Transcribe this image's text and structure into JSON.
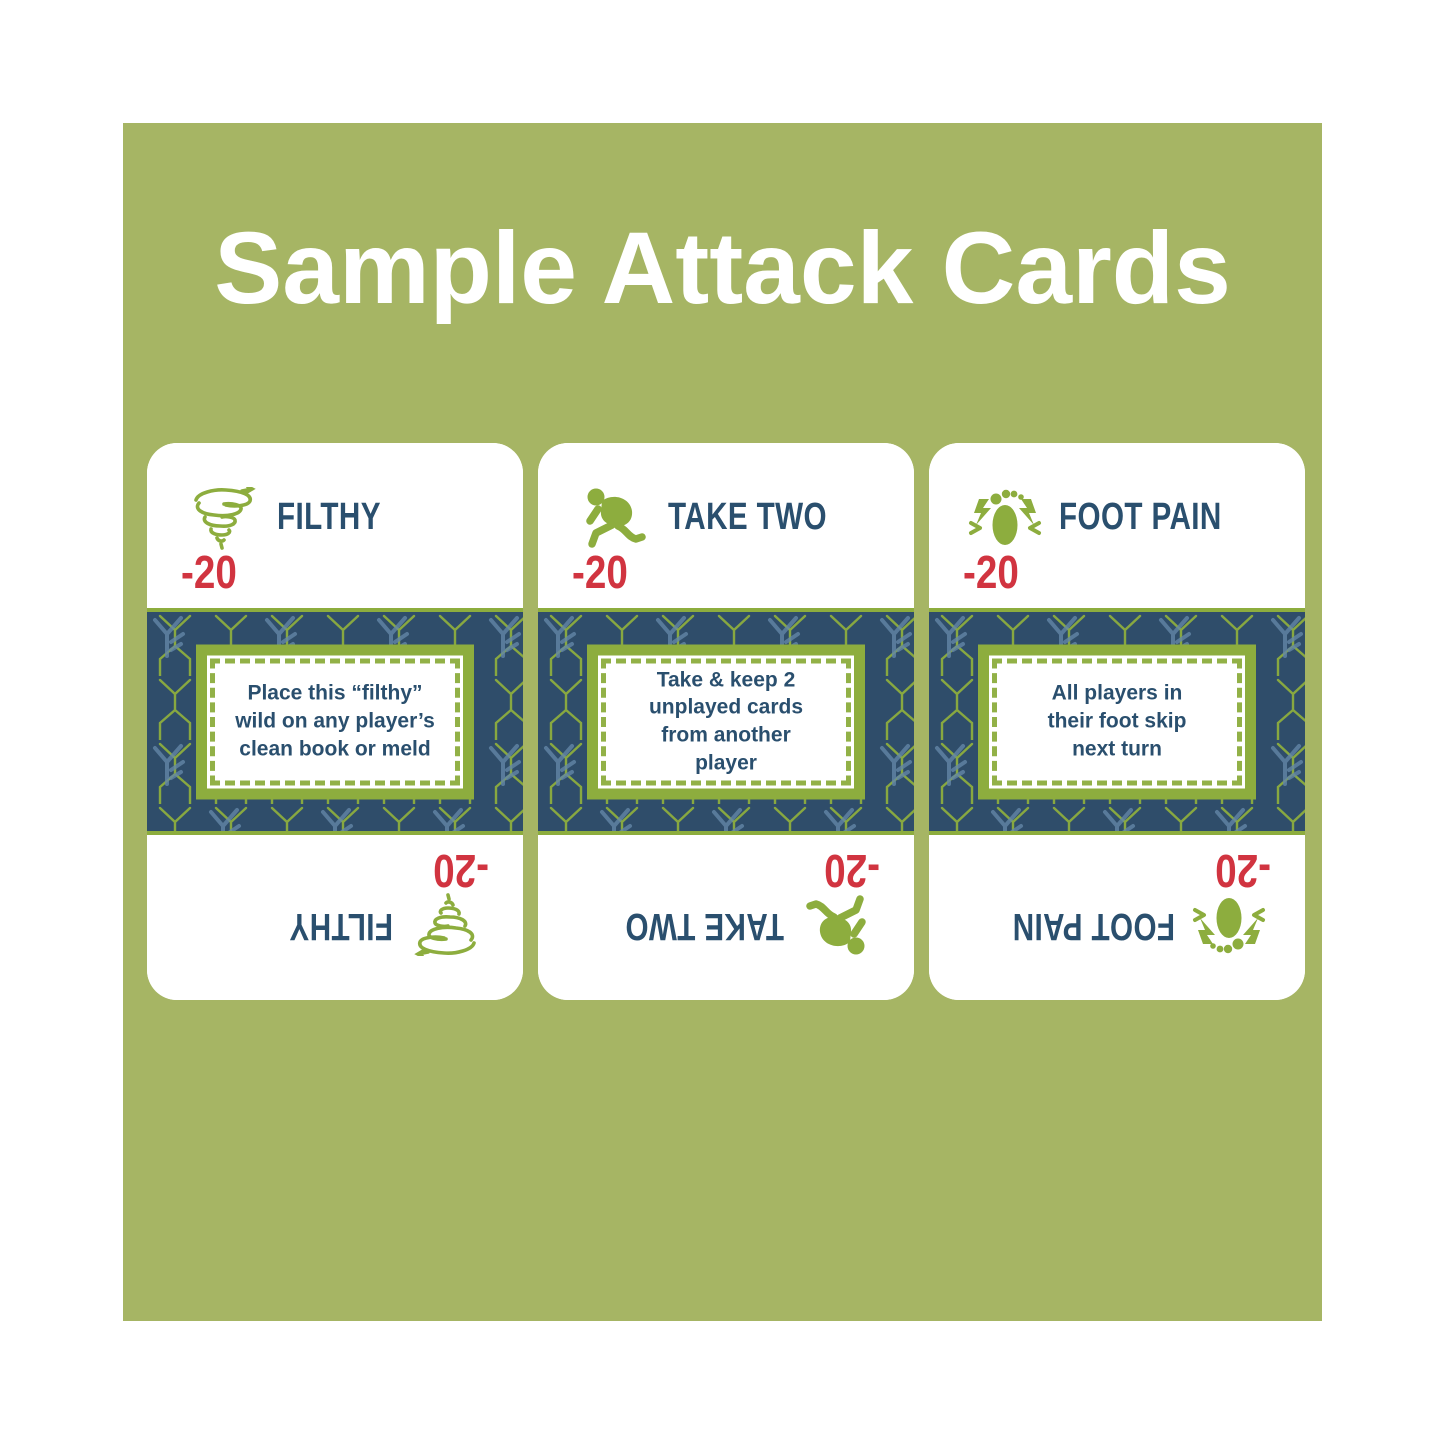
{
  "page": {
    "title": "Sample Attack Cards"
  },
  "colors": {
    "background_green": "#a6b564",
    "accent_green": "#8dad3e",
    "navy_text": "#2a4f6e",
    "band_navy": "#2f4d6a",
    "penalty_red": "#d13440",
    "card_white": "#ffffff",
    "pattern_slate": "#6286a6"
  },
  "cards": [
    {
      "icon": "tornado-icon",
      "name": "FILTHY",
      "points": "-20",
      "description_lines": [
        "Place this “filthy”",
        "wild on any player’s",
        "clean book or meld"
      ]
    },
    {
      "icon": "runner-icon",
      "name": "TAKE TWO",
      "points": "-20",
      "description_lines": [
        "Take & keep 2",
        "unplayed cards",
        "from another",
        "player"
      ]
    },
    {
      "icon": "foot-pain-icon",
      "name": "FOOT PAIN",
      "points": "-20",
      "description_lines": [
        "All players in",
        "their foot skip",
        "next turn"
      ]
    }
  ]
}
